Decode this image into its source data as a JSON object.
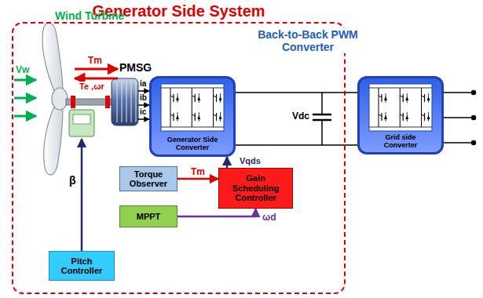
{
  "diagram": {
    "nodes": [
      {
        "text": [
          "Generator Side System"
        ]
      },
      {
        "text": [
          "Generator Side Converter"
        ],
        "in": 0
      },
      {
        "text": [
          "Grid side Converter"
        ]
      },
      {
        "text": [
          "Torque Observer"
        ],
        "in": 0
      },
      {
        "text": [
          "Gain Scheduling Controller"
        ],
        "in": 0
      },
      {
        "text": [
          "MPPT"
        ],
        "in": 0
      },
      {
        "text": [
          "Pitch Controller"
        ],
        "in": 0
      }
    ],
    "edges": [
      {
        "from": 3,
        "to": 4,
        "arrow": "to",
        "label": "Tm"
      },
      {
        "from": 5,
        "to": 4,
        "arrow": "to",
        "label": "ωd"
      },
      {
        "from": 4,
        "to": 1,
        "arrow": "to",
        "label": "Vqds"
      },
      {
        "from": 1,
        "to": 2,
        "arrow": "none"
      }
    ],
    "labels": [
      "Wind Turbine",
      "Vw",
      "Tm",
      "Te ,ωr",
      "PMSG",
      "ia",
      "ib",
      "ic",
      "Back-to-Back PWM Converter",
      "Vdc",
      "β"
    ]
  }
}
